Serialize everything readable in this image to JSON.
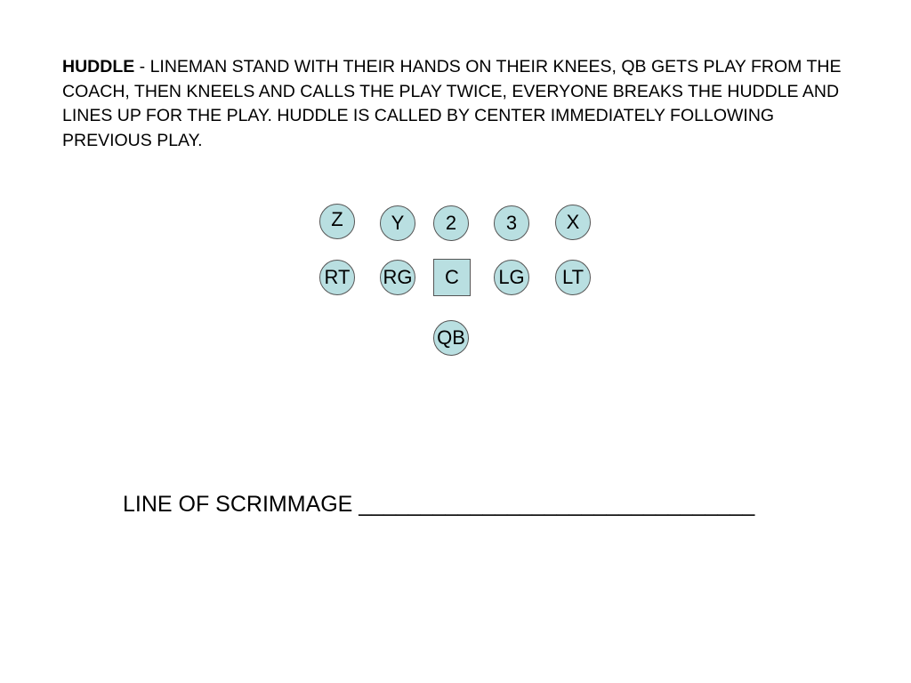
{
  "description": {
    "term": "HUDDLE",
    "text": " - LINEMAN STAND WITH THEIR HANDS ON THEIR KNEES, QB GETS PLAY FROM THE COACH, THEN KNEELS AND CALLS THE PLAY TWICE, EVERYONE BREAKS THE HUDDLE AND LINES UP FOR THE PLAY.  HUDDLE IS CALLED BY CENTER IMMEDIATELY FOLLOWING PREVIOUS PLAY."
  },
  "formation": {
    "back_row": [
      "Z",
      "Y",
      "2",
      "3",
      "X"
    ],
    "line_row": [
      "RT",
      "RG",
      "C",
      "LG",
      "LT"
    ],
    "quarterback": "QB"
  },
  "line_of_scrimmage": "LINE OF SCRIMMAGE ________________________________",
  "colors": {
    "player_fill": "#b9dfe1",
    "player_border": "#555555"
  }
}
